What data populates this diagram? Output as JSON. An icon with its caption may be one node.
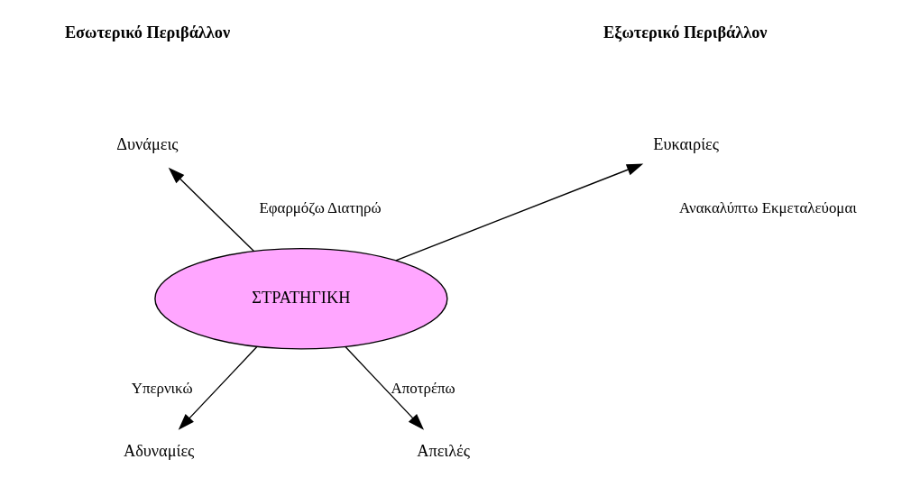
{
  "diagram": {
    "nodes": [
      {
        "text": [
          "Δυνάμεις"
        ]
      },
      {
        "text": [
          "Ευκαιρίες"
        ]
      },
      {
        "text": [
          "ΣΤΡΑΤΗΓΙΚΗ"
        ]
      },
      {
        "text": [
          "Αδυναμίες"
        ]
      },
      {
        "text": [
          "Απειλές"
        ]
      }
    ],
    "edges": [
      {
        "from": 2,
        "to": 0,
        "arrow": "to",
        "label": "Εφαρμόζω Διατηρώ"
      },
      {
        "from": 2,
        "to": 1,
        "arrow": "to",
        "label": "Ανακαλύπτω Εκμεταλεύομαι"
      },
      {
        "from": 2,
        "to": 3,
        "arrow": "to",
        "label": "Υπερνικώ"
      },
      {
        "from": 2,
        "to": 4,
        "arrow": "to",
        "label": "Αποτρέπω"
      }
    ],
    "labels": [
      "Εσωτερικό Περιβάλλον",
      "Εξωτερικό Περιβάλλον"
    ]
  }
}
